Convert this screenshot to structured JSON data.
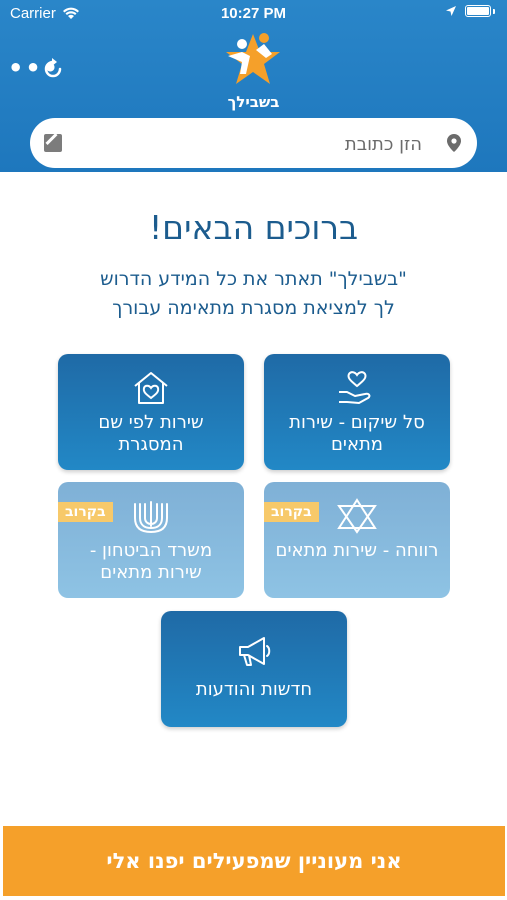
{
  "status_bar": {
    "carrier": "Carrier",
    "time": "10:27 PM"
  },
  "header": {
    "logo_text": "בשבילך",
    "menu_icon": "more-dots-icon",
    "refresh_icon": "refresh-icon"
  },
  "search": {
    "placeholder": "הזן כתובת",
    "value": ""
  },
  "welcome": {
    "title": "ברוכים הבאים!",
    "line1": "\"בשבילך\" תאתר את כל המידע הדרוש",
    "line2": "לך למציאת מסגרת מתאימה עבורך"
  },
  "cards": [
    {
      "label": "סל שיקום - שירות מתאים",
      "icon": "heart-hand-icon",
      "badge": ""
    },
    {
      "label": "שירות לפי שם המסגרת",
      "icon": "heart-house-icon",
      "badge": ""
    },
    {
      "label": "רווחה - שירות מתאים",
      "icon": "star-of-david-icon",
      "badge": "בקרוב"
    },
    {
      "label": "משרד הביטחון - שירות מתאים",
      "icon": "menorah-icon",
      "badge": "בקרוב"
    },
    {
      "label": "חדשות והודעות",
      "icon": "megaphone-icon",
      "badge": ""
    }
  ],
  "bottom_button": {
    "label": "אני מעוניין שמפעילים יפנו אלי"
  },
  "colors": {
    "header": "#2a86c9",
    "card": "#1f6aa6",
    "card_dim": "#8ec3e4",
    "badge": "#f7c96a",
    "cta": "#f5a02a",
    "text": "#1c5c8e"
  }
}
